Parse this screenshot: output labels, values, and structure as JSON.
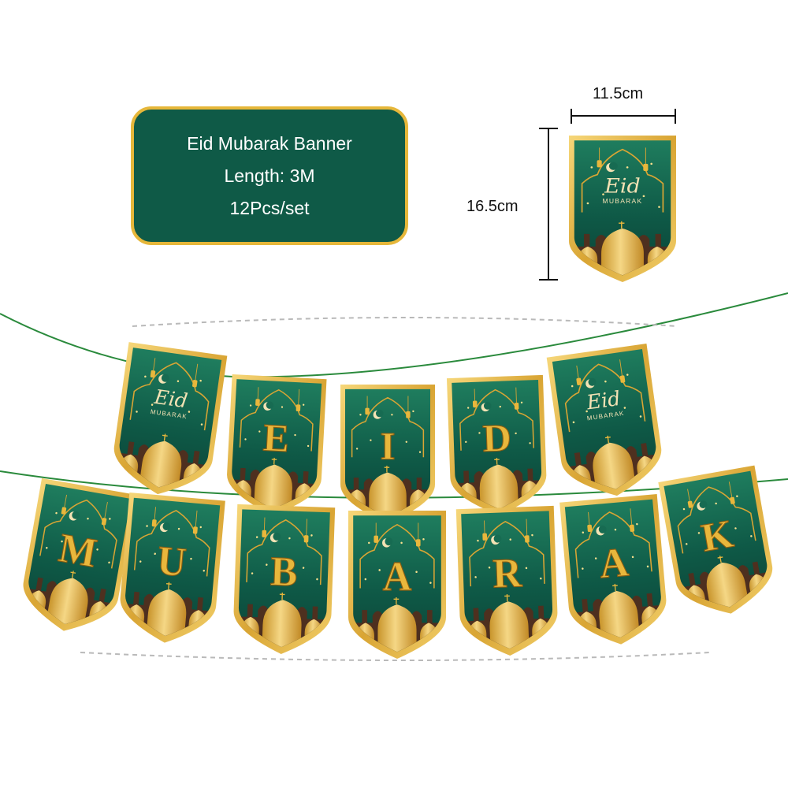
{
  "info_box": {
    "title": "Eid Mubarak Banner",
    "length": "Length: 3M",
    "count": "12Pcs/set"
  },
  "dimensions": {
    "width": "11.5cm",
    "height": "16.5cm"
  },
  "sample_flag": {
    "script": "Eid",
    "sub": "MUBARAK"
  },
  "banner_top": [
    {
      "type": "word",
      "script": "Eid",
      "sub": "MUBARAK"
    },
    {
      "type": "letter",
      "letter": "E"
    },
    {
      "type": "letter",
      "letter": "I"
    },
    {
      "type": "letter",
      "letter": "D"
    },
    {
      "type": "word",
      "script": "Eid",
      "sub": "MUBARAK"
    }
  ],
  "banner_bottom": [
    {
      "type": "letter",
      "letter": "M"
    },
    {
      "type": "letter",
      "letter": "U"
    },
    {
      "type": "letter",
      "letter": "B"
    },
    {
      "type": "letter",
      "letter": "A"
    },
    {
      "type": "letter",
      "letter": "R"
    },
    {
      "type": "letter",
      "letter": "A"
    },
    {
      "type": "letter",
      "letter": "K"
    }
  ],
  "colors": {
    "green": "#0f5a47",
    "green_light": "#1d7a5c",
    "gold": "#e6b73a",
    "gold_dark": "#b8862a",
    "string": "#2a8a3c",
    "dash": "#b9b9b9"
  }
}
